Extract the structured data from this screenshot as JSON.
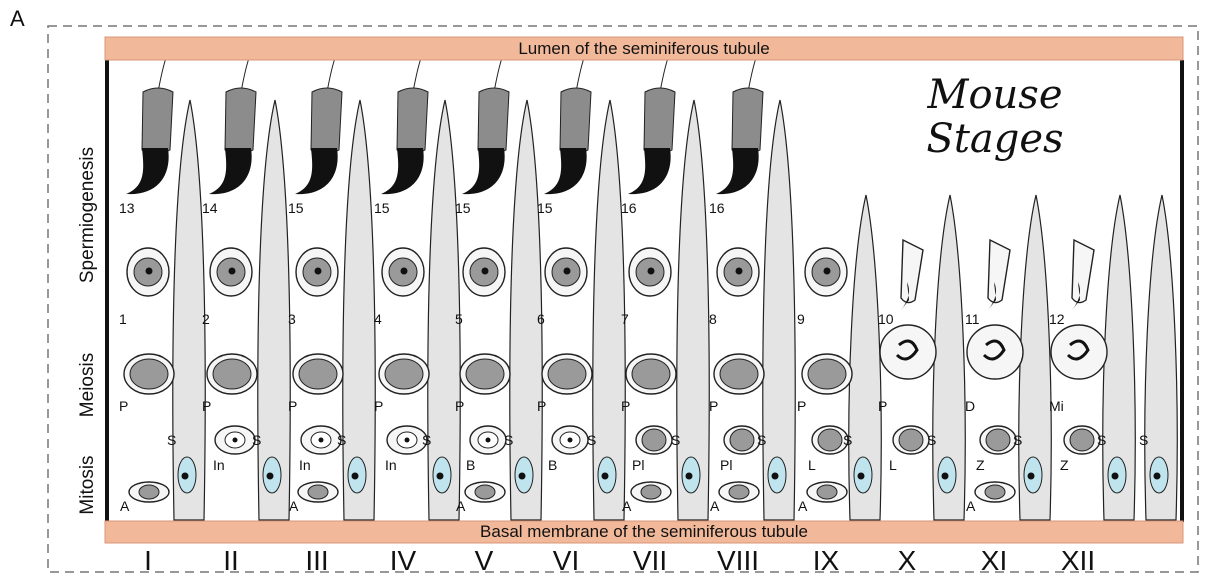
{
  "panel_label": "A",
  "title_line1": "Mouse",
  "title_line2": "Stages",
  "top_band": "Lumen of the seminiferous tubule",
  "bottom_band": "Basal membrane of the seminiferous tubule",
  "phases": [
    "Spermiogenesis",
    "Meiosis",
    "Mitosis"
  ],
  "columns": [
    {
      "stage": "I",
      "sperm_top": "13",
      "spermatid": "1",
      "meiosis": "P",
      "mid": "",
      "mitosis": "A"
    },
    {
      "stage": "II",
      "sperm_top": "14",
      "spermatid": "2",
      "meiosis": "P",
      "mid": "In",
      "mitosis": ""
    },
    {
      "stage": "III",
      "sperm_top": "15",
      "spermatid": "3",
      "meiosis": "P",
      "mid": "In",
      "mitosis": "A"
    },
    {
      "stage": "IV",
      "sperm_top": "15",
      "spermatid": "4",
      "meiosis": "P",
      "mid": "In",
      "mitosis": ""
    },
    {
      "stage": "V",
      "sperm_top": "15",
      "spermatid": "5",
      "meiosis": "P",
      "mid": "B",
      "mitosis": "A"
    },
    {
      "stage": "VI",
      "sperm_top": "15",
      "spermatid": "6",
      "meiosis": "P",
      "mid": "B",
      "mitosis": ""
    },
    {
      "stage": "VII",
      "sperm_top": "16",
      "spermatid": "7",
      "meiosis": "P",
      "mid": "Pl",
      "mitosis": "A"
    },
    {
      "stage": "VIII",
      "sperm_top": "16",
      "spermatid": "8",
      "meiosis": "P",
      "mid": "Pl",
      "mitosis": "A"
    },
    {
      "stage": "IX",
      "sperm_top": "",
      "spermatid": "9",
      "meiosis": "P",
      "mid": "L",
      "mitosis": "A"
    },
    {
      "stage": "X",
      "sperm_top": "",
      "spermatid": "10",
      "meiosis": "P",
      "mid": "L",
      "mitosis": ""
    },
    {
      "stage": "XI",
      "sperm_top": "",
      "spermatid": "11",
      "meiosis": "D",
      "mid": "Z",
      "mitosis": "A"
    },
    {
      "stage": "XII",
      "sperm_top": "",
      "spermatid": "12",
      "meiosis": "Mi",
      "mid": "Z",
      "mitosis": ""
    }
  ],
  "sertoli_label": "S",
  "colors": {
    "band": "#f1b99a",
    "sertoli": "#e4e4e4",
    "sertoli_nucleus": "#bfe4ee",
    "frame": "#111111"
  }
}
